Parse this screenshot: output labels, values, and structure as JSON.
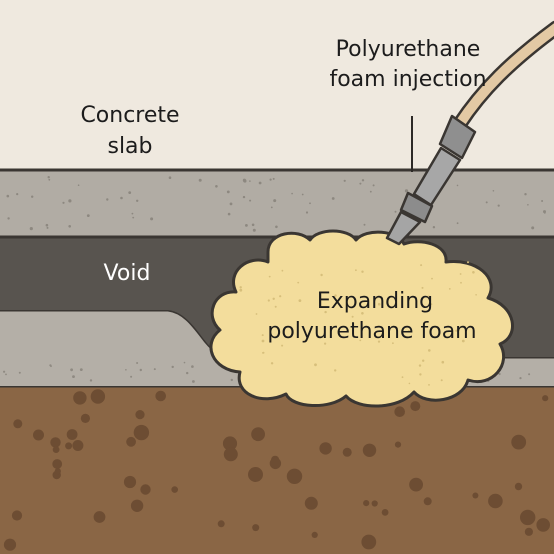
{
  "labels": {
    "concrete_line1": "Concrete",
    "concrete_line2": "slab",
    "injection_line1": "Polyurethane",
    "injection_line2": "foam injection",
    "void": "Void",
    "foam_line1": "Expanding",
    "foam_line2": "polyurethane foam"
  },
  "colors": {
    "background": "#efe9df",
    "concrete_slab": "#b1aca4",
    "concrete_lower": "#b4afa7",
    "void": "#58544f",
    "soil": "#8a6645",
    "soil_pebbles": "#6d4d33",
    "foam": "#f3dd9c",
    "hose": "#e3c9a4",
    "nozzle": "#8f8f8f",
    "outline": "#3a3632"
  }
}
